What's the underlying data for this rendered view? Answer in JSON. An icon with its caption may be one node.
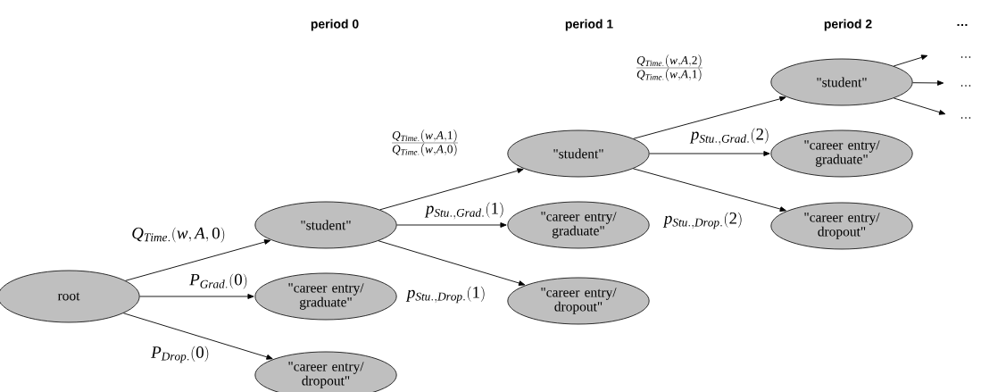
{
  "diagram": {
    "nodes": [
      {
        "text": [
          "root"
        ]
      },
      {
        "text": [
          "\"student\""
        ]
      },
      {
        "text": [
          "\"career entry/ graduate\""
        ]
      },
      {
        "text": [
          "\"career entry/ dropout\""
        ]
      },
      {
        "text": [
          "\"student\""
        ]
      },
      {
        "text": [
          "\"career entry/ graduate\""
        ]
      },
      {
        "text": [
          "\"career entry/ dropout\""
        ]
      },
      {
        "text": [
          "\"student\""
        ]
      },
      {
        "text": [
          "\"career entry/ graduate\""
        ]
      },
      {
        "text": [
          "\"career entry/ dropout\""
        ]
      }
    ],
    "edges": [
      {
        "from": 0,
        "to": 1,
        "arrow": "to",
        "label": "Q_{Time.}(w, A,0)"
      },
      {
        "from": 0,
        "to": 2,
        "arrow": "to",
        "label": "P_{Grad.}(0)"
      },
      {
        "from": 0,
        "to": 3,
        "arrow": "to",
        "label": "P_{Drop.}(0)"
      },
      {
        "from": 1,
        "to": 4,
        "arrow": "to",
        "label": "\\frac{Q_{Time.}(w, A,1)}{Q_{Time.}(w, A,0)}"
      },
      {
        "from": 1,
        "to": 5,
        "arrow": "to",
        "label": "p_{Stu.,Grad.}(1)"
      },
      {
        "from": 1,
        "to": 6,
        "arrow": "to",
        "label": "p_{Stu.,Drop.}(1)"
      },
      {
        "from": 4,
        "to": 7,
        "arrow": "to",
        "label": "\\frac{Q_{Time.}(w, A,2)}{Q_{Time.}(w, A,1)}"
      },
      {
        "from": 4,
        "to": 8,
        "arrow": "to",
        "label": "p_{Stu.,Grad.}(2)"
      },
      {
        "from": 4,
        "to": 9,
        "arrow": "to",
        "label": "p_{Stu.,Drop.}(2)"
      },
      {
        "from": 7,
        "to": null,
        "arrow": "to"
      },
      {
        "from": 7,
        "to": null,
        "arrow": "to"
      },
      {
        "from": 7,
        "to": null,
        "arrow": "to"
      }
    ],
    "labels": [
      "period 0",
      "period 1",
      "period 2",
      "…",
      "…",
      "…",
      "…"
    ]
  }
}
